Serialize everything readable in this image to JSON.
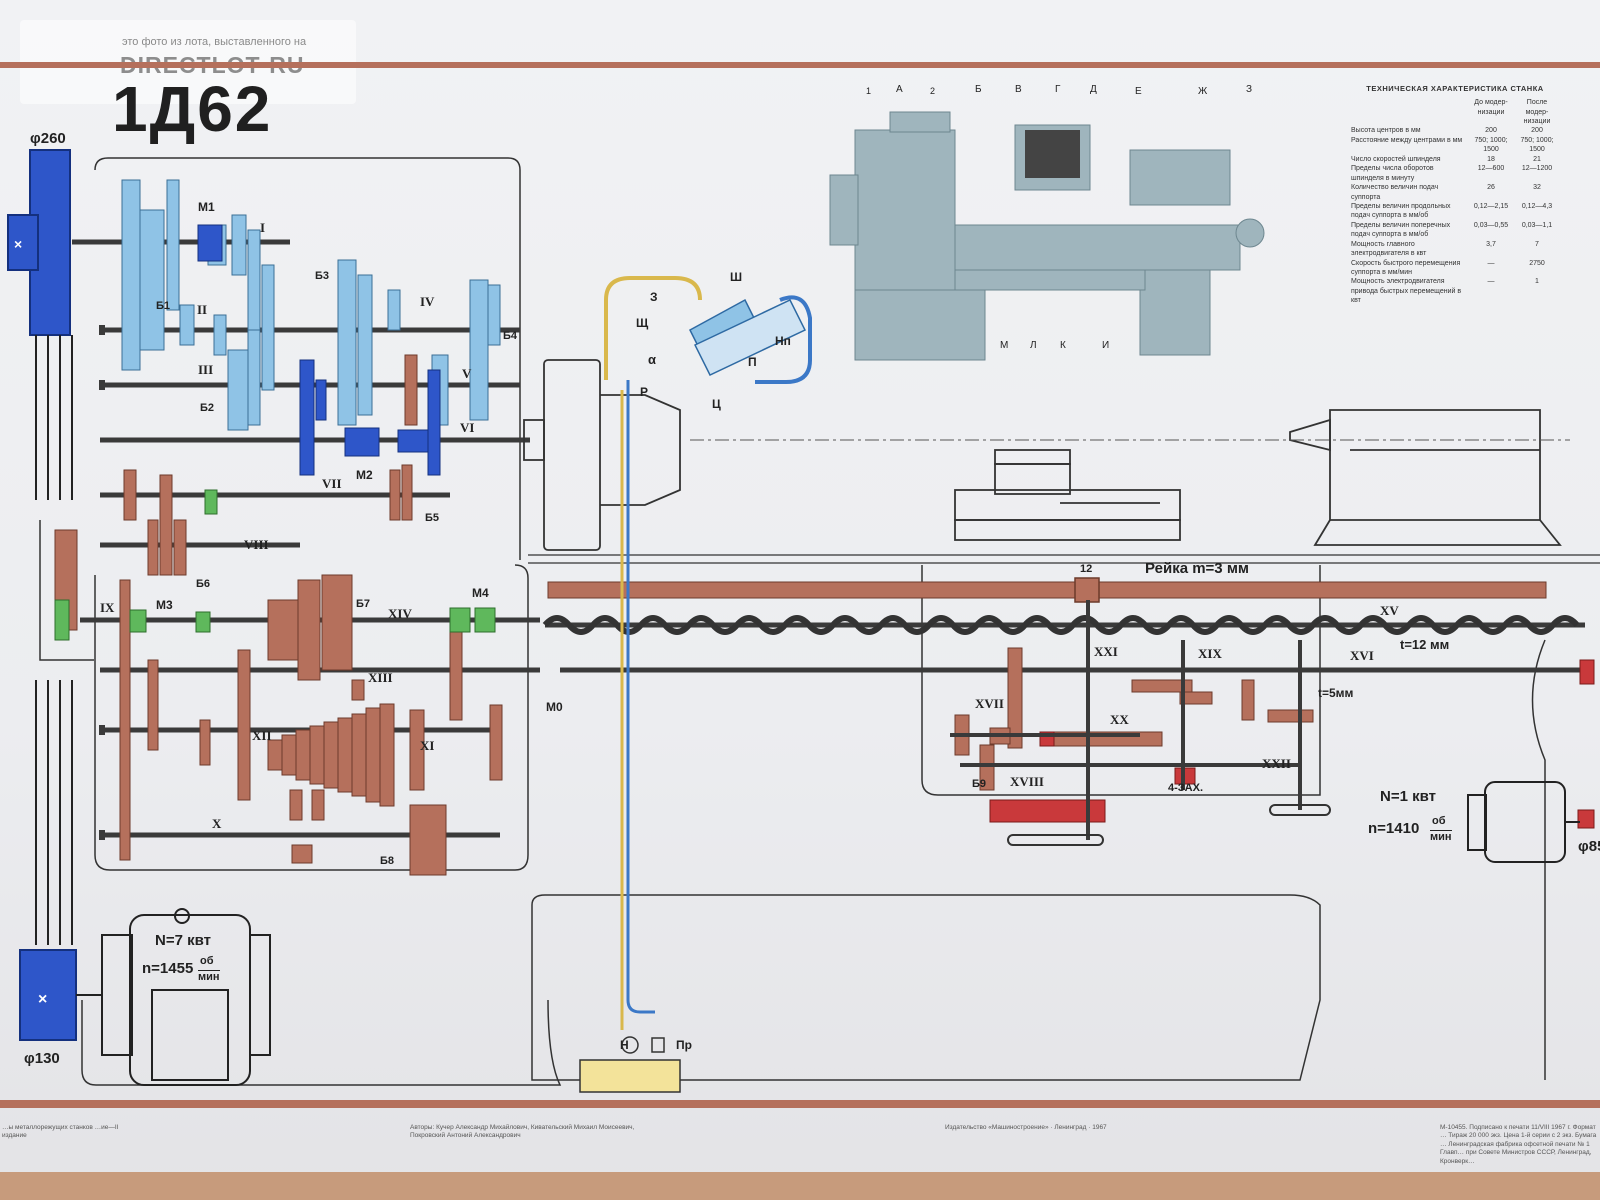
{
  "watermark": {
    "line1": "это фото из лота, выставленного на",
    "line2": "DIRECTLOT·RU"
  },
  "title": "1Д62",
  "pulleys": {
    "top_diameter": "φ260",
    "bottom_diameter": "φ130",
    "right_diameter": "φ85"
  },
  "main_motor": {
    "power": "N=7 квт",
    "speed_prefix": "n=1455",
    "unit_top": "об",
    "unit_bottom": "мин"
  },
  "feed_motor": {
    "power": "N=1 квт",
    "speed_prefix": "n=1410",
    "unit_top": "об",
    "unit_bottom": "мин"
  },
  "rack": {
    "label": "Рейка  m=3 мм",
    "pinion": "12"
  },
  "leadscrew_pitch": "t=12 мм",
  "worm_pitch": "t=5мм",
  "four_start": "4-ЗАХ.",
  "lubrication": {
    "pump": "Н",
    "valve": "Пр"
  },
  "hydraulic": {
    "labels": [
      "Ш",
      "З",
      "Щ",
      "Нп",
      "α",
      "П",
      "Р",
      "Ц"
    ]
  },
  "machine_letters": [
    "1",
    "2",
    "А",
    "Б",
    "В",
    "Г",
    "Д",
    "Е",
    "Ж",
    "З",
    "М",
    "Л",
    "К",
    "И"
  ],
  "couplings": [
    "М1",
    "М2",
    "М3",
    "М4",
    "М0"
  ],
  "blocks": [
    "Б1",
    "Б2",
    "Б3",
    "Б4",
    "Б5",
    "Б6",
    "Б7",
    "Б8",
    "Б9"
  ],
  "shafts": [
    "I",
    "II",
    "III",
    "IV",
    "V",
    "VI",
    "VII",
    "VIII",
    "IX",
    "X",
    "XI",
    "XII",
    "XIII",
    "XIV",
    "XV",
    "XVI",
    "XVII",
    "XVIII",
    "XIX",
    "XX",
    "XXI",
    "XXII"
  ],
  "tech": {
    "heading": "ТЕХНИЧЕСКАЯ ХАРАКТЕРИСТИКА СТАНКА",
    "col1": "До модер-низации",
    "col2": "После модер-низации",
    "rows": [
      {
        "name": "Высота центров в мм",
        "a": "200",
        "b": "200"
      },
      {
        "name": "Расстояние между центрами в мм",
        "a": "750; 1000; 1500",
        "b": "750; 1000; 1500"
      },
      {
        "name": "Число скоростей шпинделя",
        "a": "18",
        "b": "21"
      },
      {
        "name": "Пределы числа оборотов шпинделя в минуту",
        "a": "12—600",
        "b": "12—1200"
      },
      {
        "name": "Количество величин подач суппорта",
        "a": "26",
        "b": "32"
      },
      {
        "name": "Пределы величин продольных подач суппорта в мм/об",
        "a": "0,12—2,15",
        "b": "0,12—4,3"
      },
      {
        "name": "Пределы величин поперечных подач суппорта в мм/об",
        "a": "0,03—0,55",
        "b": "0,03—1,1"
      },
      {
        "name": "Мощность главного электродвигателя в квт",
        "a": "3,7",
        "b": "7"
      },
      {
        "name": "Скорость быстрого перемещения суппорта в мм/мин",
        "a": "—",
        "b": "2750"
      },
      {
        "name": "Мощность электродвигателя привода быстрых перемещений в квт",
        "a": "—",
        "b": "1"
      }
    ]
  },
  "footer": {
    "left": "…ы металлорежущих станков …ие—II издание",
    "authors": "Авторы: Кучер Александр Михайлович, Кивательский Михаил Моисеевич, Покровский Антоний Александрович",
    "publisher": "Издательство «Машиностроение» · Ленинград · 1967",
    "right": "М-10455. Подписано к печати 11/VIII 1967 г. Формат … Тираж 20 000 экз. Цена 1-й серии с 2 экз. Бумага … Ленинградская фабрика офсетной печати № 1 Главп… при Совете Министров СССР, Ленинград, Кронверк…"
  },
  "colors": {
    "blue_dark": "#2e56c9",
    "blue_light": "#8fc3e6",
    "brown": "#b5705c",
    "green": "#5fb85c",
    "red": "#c9393b",
    "shaft": "#3a3a3a",
    "machine": "#9fb5bd"
  }
}
